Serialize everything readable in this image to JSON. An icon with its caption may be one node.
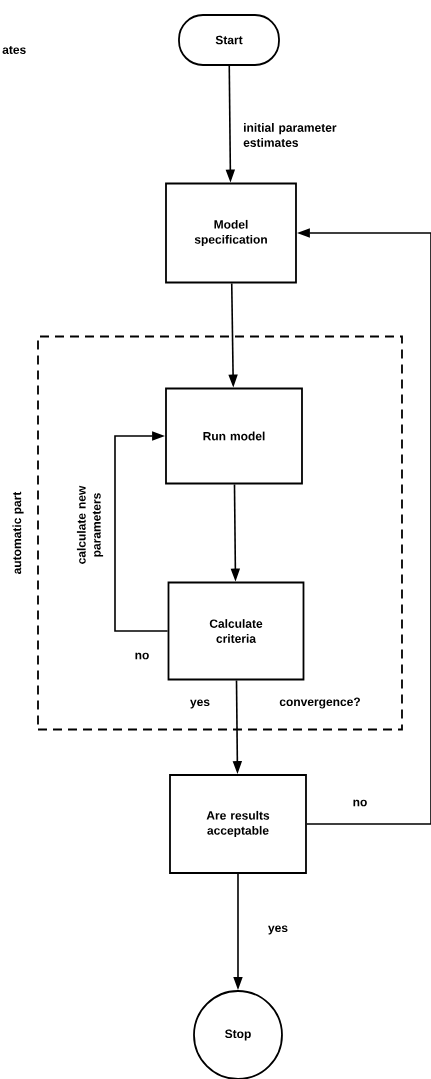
{
  "diagram": {
    "nodes": [
      {
        "text": [
          "Start"
        ]
      },
      {
        "text": [
          "Model specification"
        ]
      },
      {
        "text": [
          "automatic part"
        ]
      },
      {
        "text": [
          "Run model"
        ],
        "in": 2
      },
      {
        "text": [
          "Calculate criteria"
        ],
        "in": 2
      },
      {
        "text": [
          "Are results acceptable"
        ]
      },
      {
        "text": [
          "Stop"
        ]
      }
    ],
    "edges": [
      {
        "from": 0,
        "to": 1,
        "arrow": "to",
        "label": "initial parameter estimates"
      },
      {
        "from": 1,
        "to": 3,
        "arrow": "to"
      },
      {
        "from": 3,
        "to": 4,
        "arrow": "to"
      },
      {
        "from": 4,
        "to": 3,
        "arrow": "to",
        "label": "no"
      },
      {
        "from": 4,
        "to": 5,
        "arrow": "to",
        "label": "yes"
      },
      {
        "from": 5,
        "to": 1,
        "arrow": "to",
        "label": "no"
      },
      {
        "from": 5,
        "to": 6,
        "arrow": "to",
        "label": "yes"
      }
    ],
    "labels": [
      "ates",
      "calculate new parameters",
      "convergence?"
    ]
  }
}
